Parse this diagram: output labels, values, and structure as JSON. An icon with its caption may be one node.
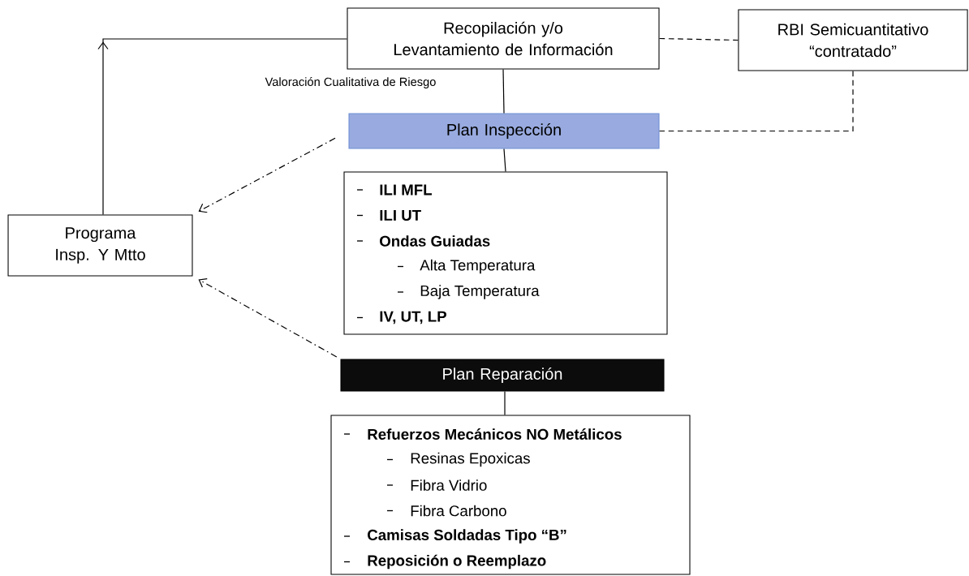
{
  "diagram": {
    "nodes": [
      {
        "text": [
          "Recopilación y/o Levantamiento de Información"
        ]
      },
      {
        "text": [
          "RBI Semicuantitativo “contratado”"
        ]
      },
      {
        "text": [
          "Plan Inspección"
        ]
      },
      {
        "text": [
          "ILI MFL",
          "ILI UT",
          "Ondas Guiadas",
          "Alta Temperatura",
          "Baja Temperatura",
          "IV, UT, LP"
        ]
      },
      {
        "text": [
          "Programa Insp. Y Mtto"
        ]
      },
      {
        "text": [
          "Plan Reparación"
        ]
      },
      {
        "text": [
          "Refuerzos Mecánicos NO Metálicos",
          "Resinas Epoxicas",
          "Fibra Vidrio",
          "Fibra Carbono",
          "Camisas Soldadas Tipo “B”",
          "Reposición o Reemplazo"
        ]
      }
    ],
    "edges": [
      {
        "from": 4,
        "to": 0,
        "arrow": "to"
      },
      {
        "from": 0,
        "to": 1,
        "arrow": "none",
        "style": "dashed"
      },
      {
        "from": 0,
        "to": 2,
        "arrow": "none"
      },
      {
        "from": 1,
        "to": 2,
        "arrow": "none",
        "style": "dashed"
      },
      {
        "from": 2,
        "to": 3,
        "arrow": "none"
      },
      {
        "from": 2,
        "to": 4,
        "arrow": "to",
        "style": "dashed"
      },
      {
        "from": 5,
        "to": 4,
        "arrow": "to",
        "style": "dashed"
      },
      {
        "from": 5,
        "to": 6,
        "arrow": "none"
      }
    ],
    "labels": [
      "Valoración Cualitativa de Riesgo"
    ]
  }
}
